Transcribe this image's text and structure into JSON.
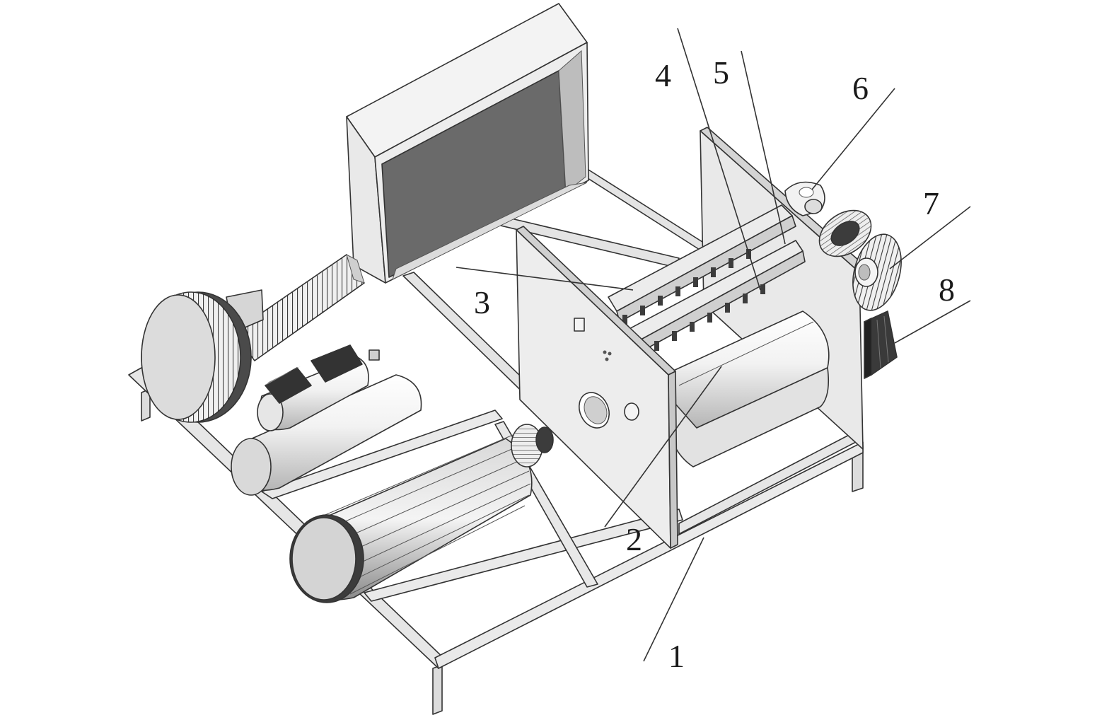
{
  "labels": {
    "l1": "1",
    "l2": "2",
    "l3": "3",
    "l4": "4",
    "l5": "5",
    "l6": "6",
    "l7": "7",
    "l8": "8"
  },
  "colors": {
    "frame": "#e4e4e4",
    "panel": "#eeeeee",
    "dark_screen": "#6a6a6a",
    "gear_dark": "#3c3c3c",
    "line": "#333333"
  }
}
